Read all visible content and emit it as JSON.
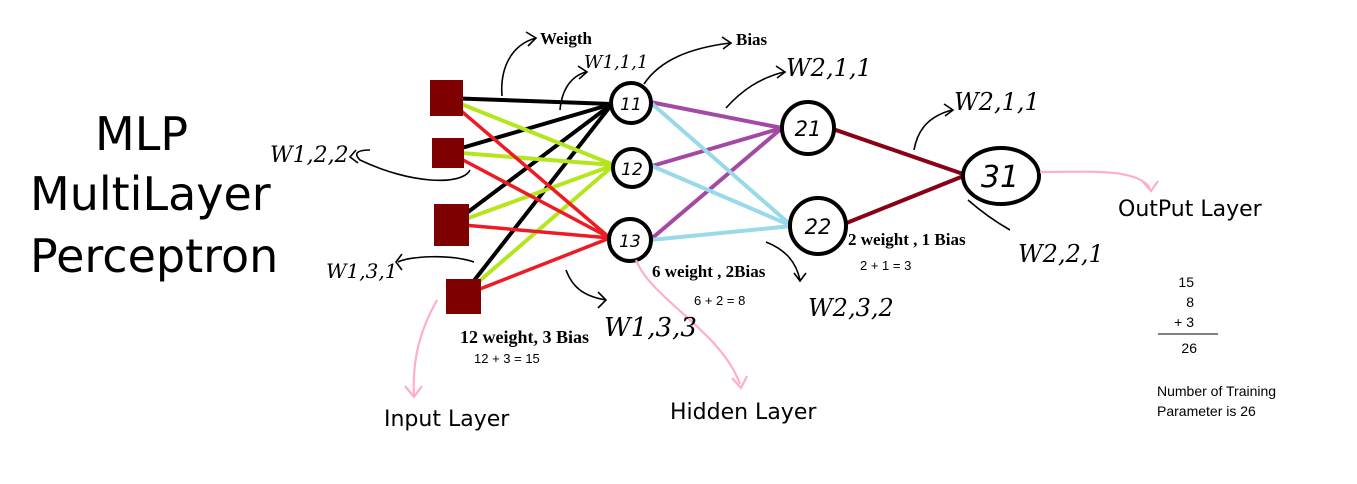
{
  "title": {
    "line1": "MLP",
    "line2": "MultiLayer",
    "line3": "Perceptron"
  },
  "annotations": {
    "weight": "Weigth",
    "bias": "Bias",
    "w111": "W1,1,1",
    "w122": "W1,2,2",
    "w131": "W1,3,1",
    "w133": "W1,3,3",
    "w211_top": "W2,1,1",
    "w211_right": "W2,1,1",
    "w221": "W2,2,1",
    "w232": "W2,3,2"
  },
  "nodes": {
    "h11": "11",
    "h12": "12",
    "h13": "13",
    "h21": "21",
    "h22": "22",
    "o31": "31"
  },
  "counts": {
    "layer1_heading": "12 weight, 3 Bias",
    "layer1_sum": "12 + 3 = 15",
    "layer2_heading": "6 weight , 2Bias",
    "layer2_sum": "6 + 2 = 8",
    "layer3_heading": "2 weight , 1 Bias",
    "layer3_sum": "2 + 1 = 3"
  },
  "total": {
    "line1": "15",
    "line2": "8",
    "line3": "+ 3",
    "result": "26",
    "caption1": "Number of Training",
    "caption2": "Parameter is  26"
  },
  "layers": {
    "input": "Input Layer",
    "hidden": "Hidden Layer",
    "output": "OutPut Layer"
  },
  "colors": {
    "input_square": "#7f0000",
    "edge_black": "#000000",
    "edge_green": "#b5e61d",
    "edge_red": "#ed1c24",
    "edge_purple": "#a349a4",
    "edge_blue": "#99d9ea",
    "edge_darkred": "#880015",
    "pointer_pink": "#ffaec9"
  }
}
